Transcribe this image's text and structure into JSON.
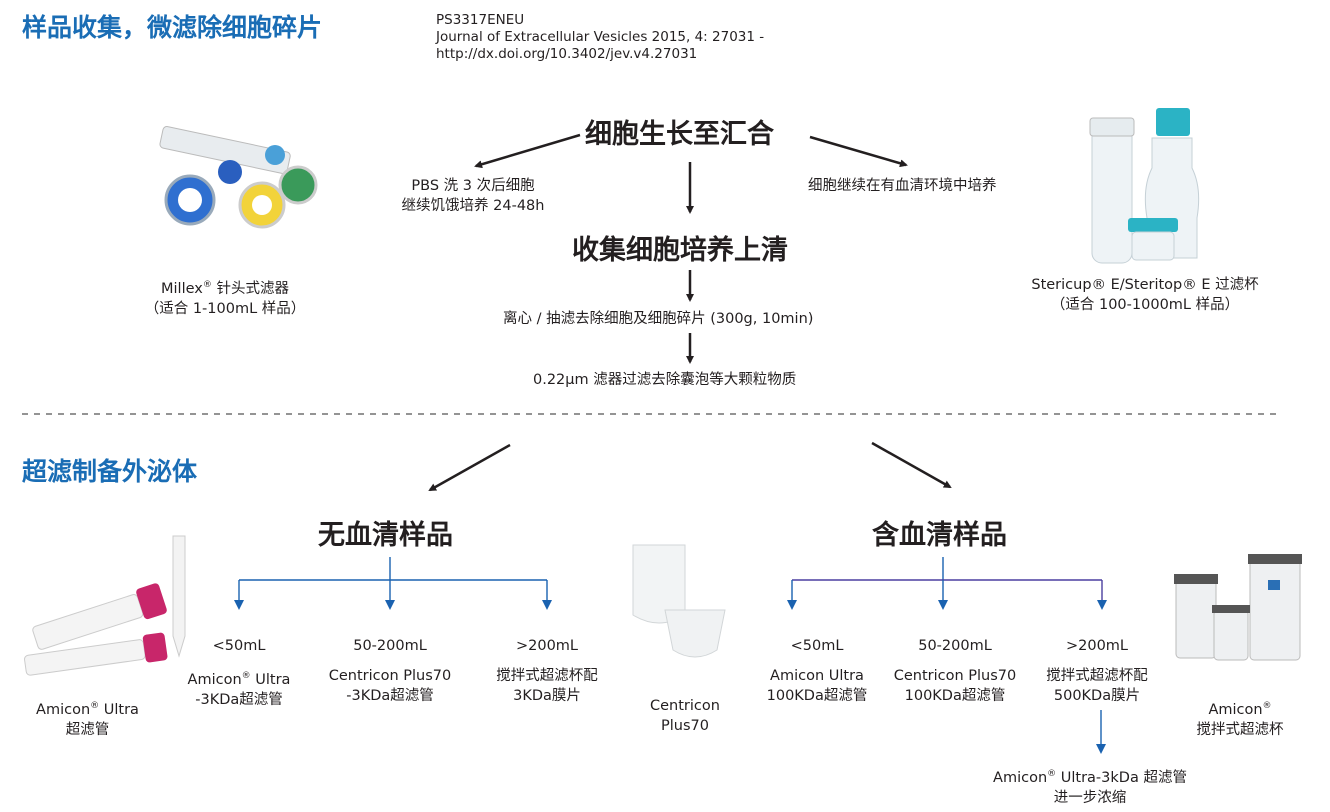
{
  "section1": {
    "title": "样品收集，微滤除细胞碎片"
  },
  "reference": {
    "line1": "PS3317ENEU",
    "line2": "Journal of Extracellular Vesicles 2015, 4: 27031 -",
    "line3": "http://dx.doi.org/10.3402/jev.v4.27031"
  },
  "flow": {
    "step1": "细胞生长至汇合",
    "left_branch_l1": "PBS 洗 3 次后细胞",
    "left_branch_l2": "继续饥饿培养 24-48h",
    "right_branch": "细胞继续在有血清环境中培养",
    "step2": "收集细胞培养上清",
    "step3": "离心 / 抽滤去除细胞及细胞碎片 (300g, 10min)",
    "step4": "0.22µm 滤器过滤去除囊泡等大颗粒物质"
  },
  "products_top": {
    "millex_l1": "Millex",
    "millex_l1b": " 针头式滤器",
    "millex_l2": "（适合 1-100mL 样品）",
    "stericup_l1": "Stericup® E/Steritop® E 过滤杯",
    "stericup_l2": "（适合 100-1000mL 样品）"
  },
  "section2": {
    "title": "超滤制备外泌体"
  },
  "serum_free": {
    "title": "无血清样品",
    "options": [
      {
        "range": "<50mL",
        "l1a": "Amicon",
        "l1b": " Ultra",
        "l2": "-3KDa超滤管"
      },
      {
        "range": "50-200mL",
        "l1a": "Centricon Plus70",
        "l1b": "",
        "l2": "-3KDa超滤管"
      },
      {
        "range": ">200mL",
        "l1a": "搅拌式超滤杯配",
        "l1b": "",
        "l2": "3KDa膜片"
      }
    ]
  },
  "serum": {
    "title": "含血清样品",
    "options": [
      {
        "range": "<50mL",
        "l1": "Amicon Ultra",
        "l2": "100KDa超滤管"
      },
      {
        "range": "50-200mL",
        "l1": "Centricon Plus70",
        "l2": "100KDa超滤管"
      },
      {
        "range": ">200mL",
        "l1": "搅拌式超滤杯配",
        "l2": "500KDa膜片"
      }
    ],
    "further_l1a": "Amicon",
    "further_l1b": " Ultra-3kDa 超滤管",
    "further_l2": "进一步浓缩"
  },
  "products_bottom": {
    "amicon_l1a": "Amicon",
    "amicon_l1b": " Ultra",
    "amicon_l2": "超滤管",
    "centricon_l1": "Centricon",
    "centricon_l2": "Plus70",
    "stirred_l1": "Amicon",
    "stirred_l2": "搅拌式超滤杯"
  },
  "reg": "®",
  "colors": {
    "heading": "#1a6db5",
    "blue_line": "#1a62b0",
    "purple_line": "#4b3fa0",
    "text": "#231f20"
  }
}
